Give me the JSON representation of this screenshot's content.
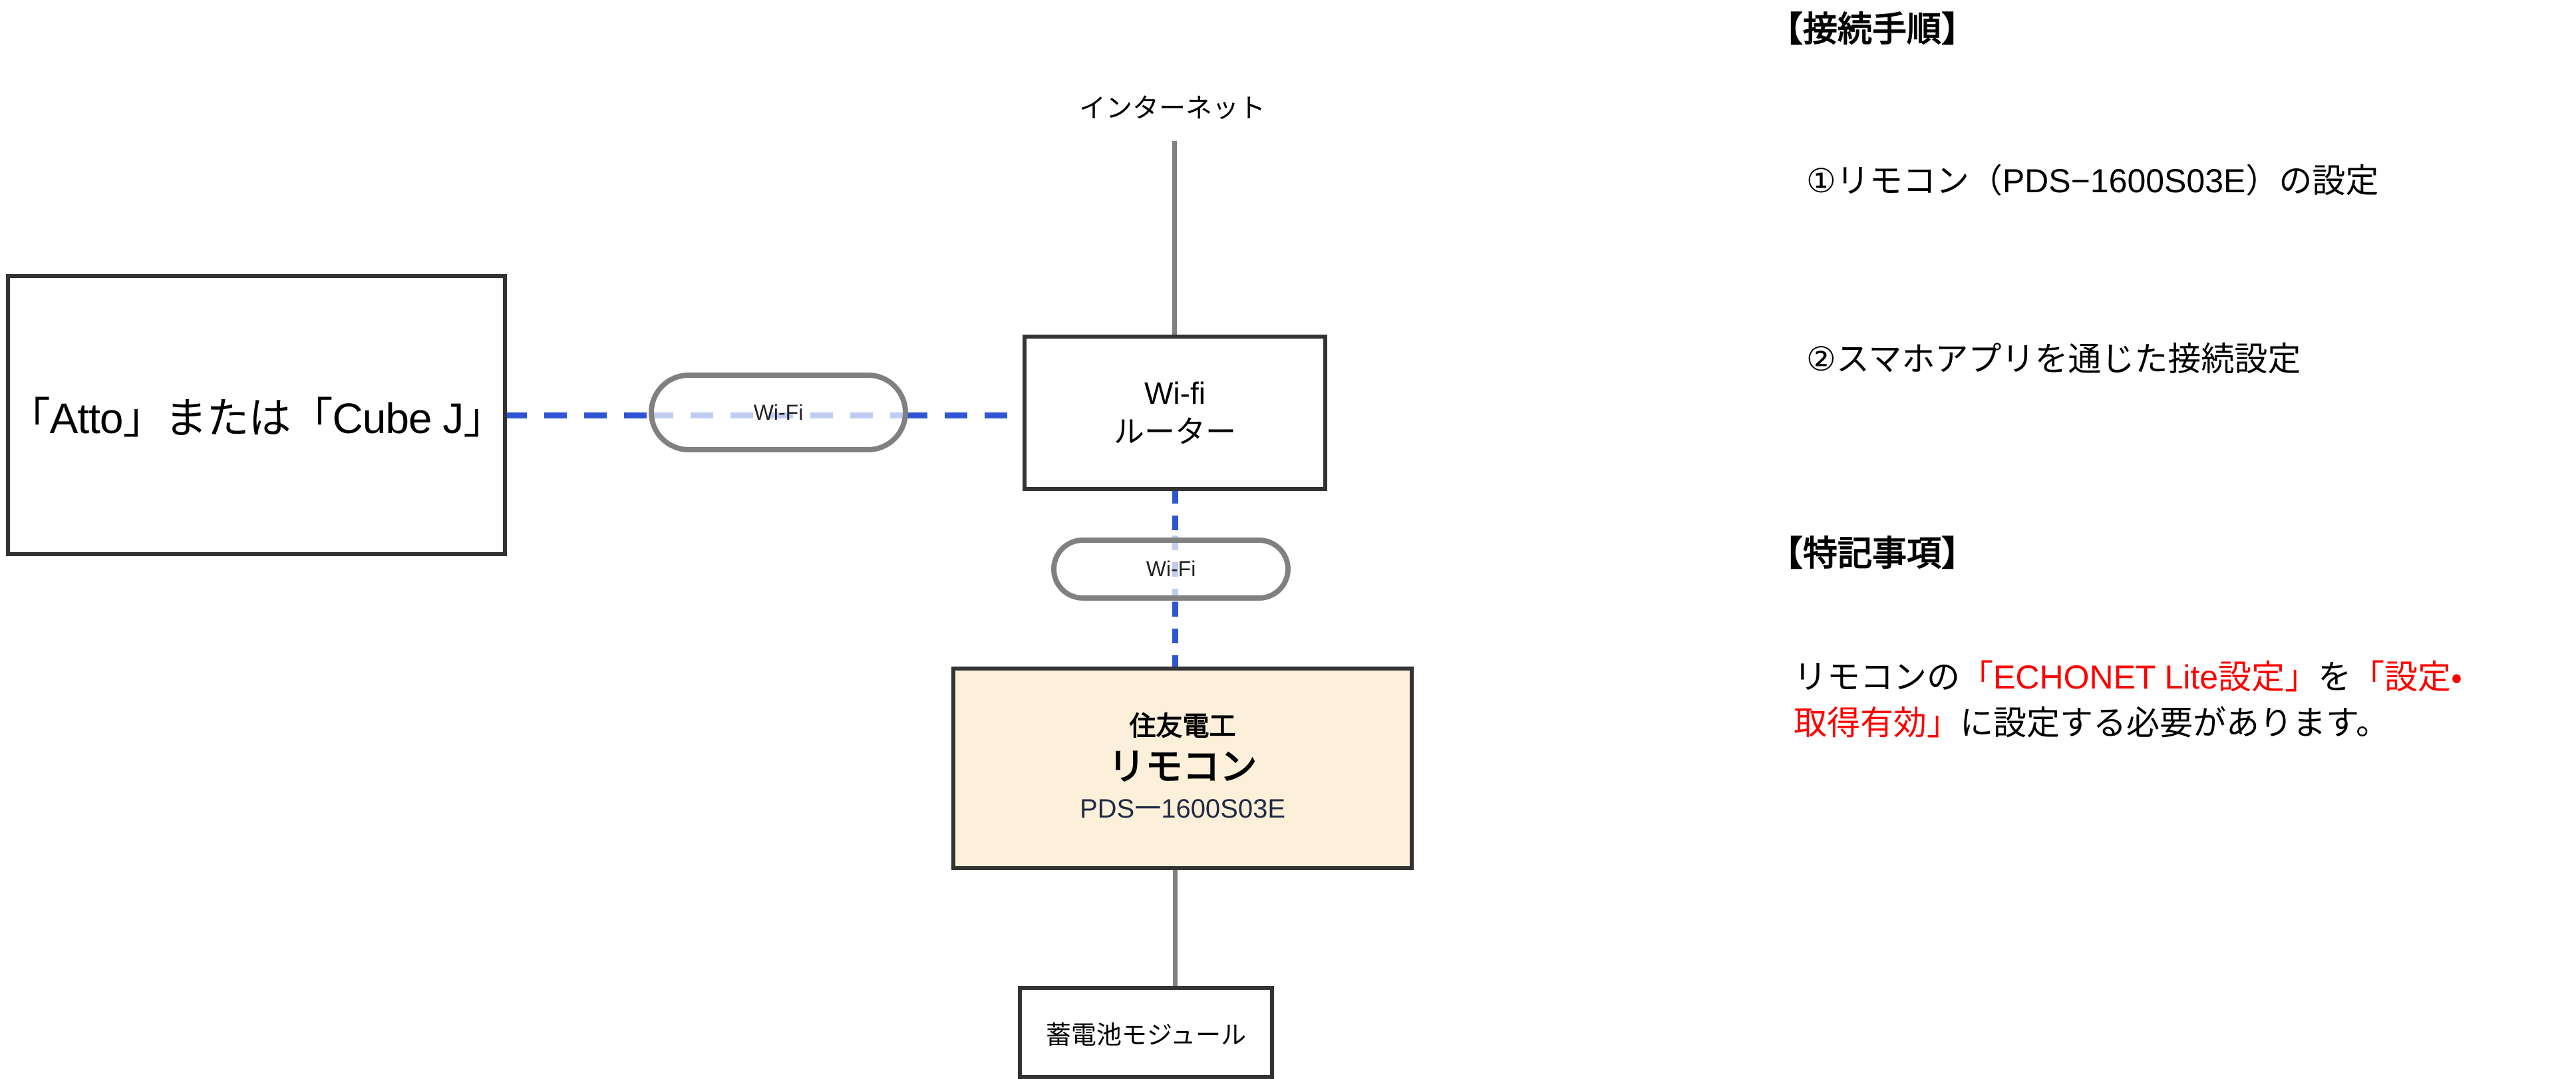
{
  "diagram": {
    "labels": {
      "internet": "インターネット"
    },
    "nodes": {
      "atto": {
        "name": "client-device",
        "line_1": "「Atto」または「Cube J」"
      },
      "router": {
        "name": "wifi-router",
        "line_1": "Wi-fi",
        "line_2": "ルーター"
      },
      "remote": {
        "name": "remote-controller",
        "line_1": "住友電工",
        "line_2": "リモコン",
        "line_3": "PDS一1600S03E",
        "fill_color": "#FDF0DA"
      },
      "battery": {
        "name": "battery-module",
        "line_1": "蓄電池モジュール"
      }
    },
    "links": {
      "wifi_pill_1": "Wi-Fi",
      "wifi_pill_2": "Wi-Fi",
      "wireless_color": "#2F55D4",
      "wired_color": "#808080"
    }
  },
  "notes": {
    "heading_procedure": "【接続手順】",
    "steps": [
      "①リモコン（PDS−1600S03E）の設定",
      "②スマホアプリを通じた接続設定"
    ],
    "heading_remarks": "【特記事項】",
    "paragraph": {
      "part_1": "リモコンの",
      "part_2_red": "「ECHONET Lite設定」",
      "part_3": "を",
      "part_4_red": "「設定・取得有効」",
      "part_5": "に設定する必要があります。",
      "highlight_color": "#FF0000"
    }
  }
}
